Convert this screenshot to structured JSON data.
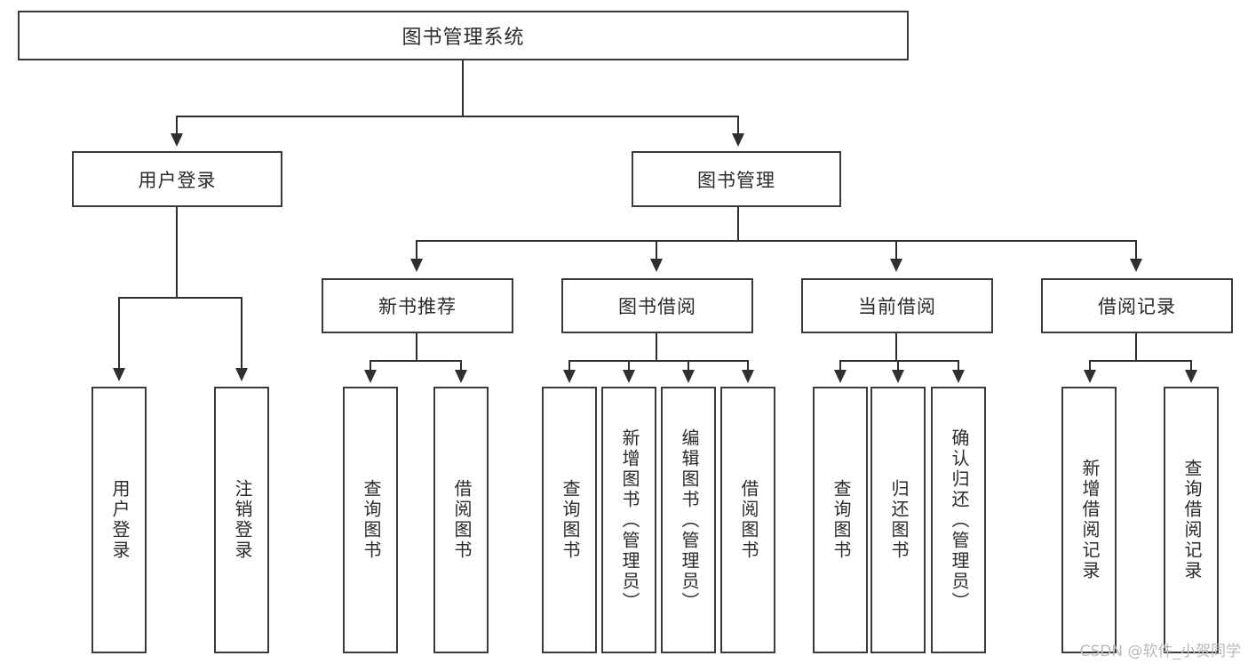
{
  "diagram": {
    "type": "tree",
    "title": "图书管理系统",
    "watermark": "CSDN @软件_小贺同学",
    "colors": {
      "box_border": "#3a3a3a",
      "connector": "#2f2f2f",
      "text": "#2b2b2b",
      "background": "#ffffff",
      "watermark": "#b9b9b9"
    },
    "nodes": {
      "root": {
        "label": "图书管理系统"
      },
      "level2": [
        {
          "label": "用户登录"
        },
        {
          "label": "图书管理"
        }
      ],
      "level3": [
        {
          "label": "新书推荐"
        },
        {
          "label": "图书借阅"
        },
        {
          "label": "当前借阅"
        },
        {
          "label": "借阅记录"
        }
      ],
      "leaves": {
        "user_login": [
          {
            "label": "用户登录"
          },
          {
            "label": "注销登录"
          }
        ],
        "new_book_recommend": [
          {
            "label": "查询图书"
          },
          {
            "label": "借阅图书"
          }
        ],
        "book_borrow": [
          {
            "label": "查询图书"
          },
          {
            "label": "新增图书（管理员）"
          },
          {
            "label": "编辑图书（管理员）"
          },
          {
            "label": "借阅图书"
          }
        ],
        "current_borrow": [
          {
            "label": "查询图书"
          },
          {
            "label": "归还图书"
          },
          {
            "label": "确认归还（管理员）"
          }
        ],
        "borrow_record": [
          {
            "label": "新增借阅记录"
          },
          {
            "label": "查询借阅记录"
          }
        ]
      }
    }
  }
}
